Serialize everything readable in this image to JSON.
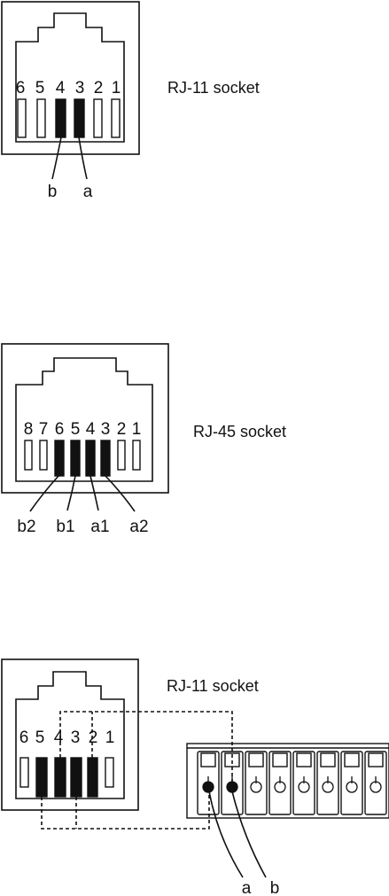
{
  "diagram1": {
    "title": "RJ-11 socket",
    "pins": [
      "6",
      "5",
      "4",
      "3",
      "2",
      "1"
    ],
    "wire_labels": [
      "b",
      "a"
    ]
  },
  "diagram2": {
    "title": "RJ-45 socket",
    "pins": [
      "8",
      "7",
      "6",
      "5",
      "4",
      "3",
      "2",
      "1"
    ],
    "wire_labels": [
      "b2",
      "b1",
      "a1",
      "a2"
    ]
  },
  "diagram3": {
    "title": "RJ-11 socket",
    "pins": [
      "6",
      "5",
      "4",
      "3",
      "2",
      "1"
    ],
    "wire_labels": [
      "a",
      "b"
    ]
  },
  "colors": {
    "ink": "#111111",
    "background": "#ffffff"
  }
}
